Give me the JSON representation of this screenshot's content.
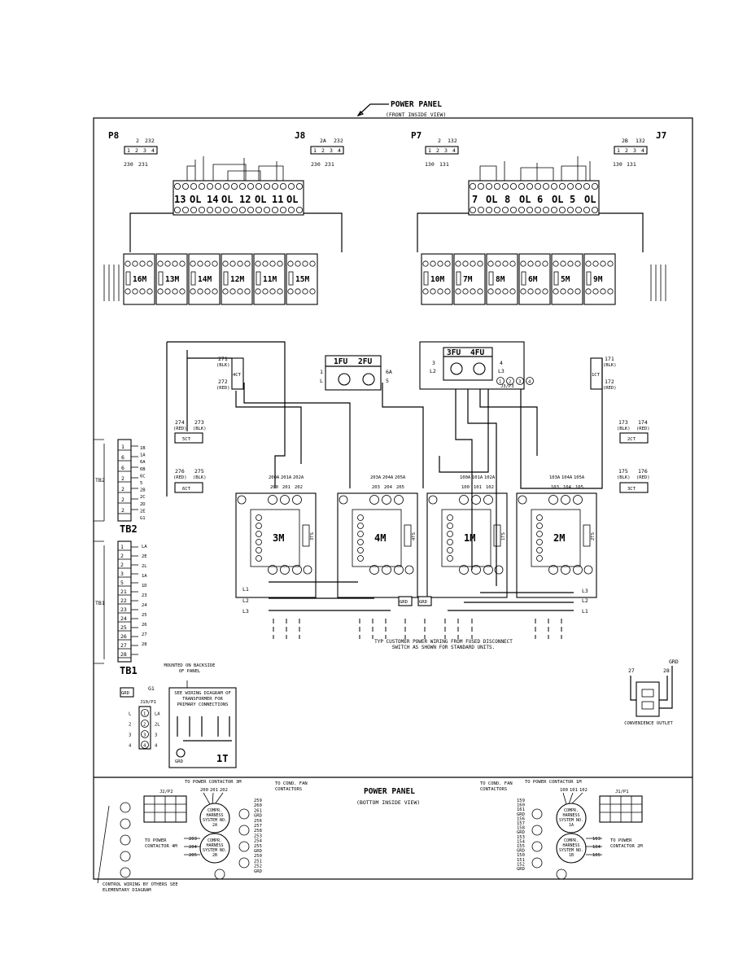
{
  "header": {
    "title": "POWER PANEL",
    "subtitle": "(FRONT INSIDE VIEW)"
  },
  "plugs": {
    "p8": {
      "name": "P8",
      "top": [
        "2",
        "232"
      ],
      "pins": [
        "1",
        "2",
        "3",
        "4"
      ],
      "bottom": [
        "230",
        "231"
      ]
    },
    "j8": {
      "name": "J8",
      "top": [
        "2A",
        "232"
      ],
      "pins": [
        "1",
        "2",
        "3",
        "4"
      ],
      "bottom": [
        "230",
        "231"
      ]
    },
    "p7": {
      "name": "P7",
      "top": [
        "2",
        "132"
      ],
      "pins": [
        "1",
        "2",
        "3",
        "4"
      ],
      "bottom": [
        "130",
        "131"
      ]
    },
    "j7": {
      "name": "J7",
      "top": [
        "2B",
        "132"
      ],
      "pins": [
        "1",
        "2",
        "3",
        "4"
      ],
      "bottom": [
        "130",
        "131"
      ]
    }
  },
  "overloads_left": [
    "13",
    "OL",
    "14",
    "OL",
    "12",
    "OL",
    "11",
    "OL"
  ],
  "overloads_right": [
    "7",
    "OL",
    "8",
    "OL",
    "6",
    "OL",
    "5",
    "OL"
  ],
  "contactors_top_left": [
    "16M",
    "13M",
    "14M",
    "12M",
    "11M",
    "15M"
  ],
  "contactors_top_right": [
    "10M",
    "7M",
    "8M",
    "6M",
    "5M",
    "9M"
  ],
  "contactors_main": [
    {
      "name": "3M",
      "coil": "3TS",
      "terms": [
        "200",
        "201",
        "202"
      ],
      "wires": [
        "200A",
        "201A",
        "202A"
      ]
    },
    {
      "name": "4M",
      "coil": "4TS",
      "terms": [
        "203",
        "204",
        "205"
      ],
      "wires": [
        "203A",
        "204A",
        "205A"
      ]
    },
    {
      "name": "1M",
      "coil": "1TS",
      "terms": [
        "100",
        "101",
        "102"
      ],
      "wires": [
        "100A",
        "101A",
        "102A"
      ]
    },
    {
      "name": "2M",
      "coil": "2TS",
      "terms": [
        "103",
        "104",
        "105"
      ],
      "wires": [
        "103A",
        "104A",
        "105A"
      ]
    }
  ],
  "fuses": {
    "left": {
      "labels": [
        "1FU",
        "2FU"
      ],
      "wires": [
        "1",
        "L",
        "6A",
        "5"
      ]
    },
    "right": {
      "labels": [
        "3FU",
        "4FU"
      ],
      "wires": [
        "3",
        "L2",
        "4",
        "L3"
      ],
      "plug": "J3/P3"
    }
  },
  "current_transformers": [
    {
      "name": "4CT",
      "wires": [
        "271",
        "(BLK)",
        "272",
        "(RED)"
      ]
    },
    {
      "name": "5CT",
      "wires": [
        "274",
        "(RED)",
        "273",
        "(BLK)"
      ]
    },
    {
      "name": "6CT",
      "wires": [
        "276",
        "(RED)",
        "275",
        "(BLK)"
      ]
    },
    {
      "name": "1CT",
      "wires": [
        "171",
        "(BLK)",
        "172",
        "(RED)"
      ]
    },
    {
      "name": "2CT",
      "wires": [
        "173",
        "(BLK)",
        "174",
        "(RED)"
      ]
    },
    {
      "name": "3CT",
      "wires": [
        "175",
        "(BLK)",
        "176",
        "(RED)"
      ]
    }
  ],
  "tb2": {
    "name": "TB2",
    "rows": [
      "1",
      "6",
      "6",
      "2",
      "2",
      "2",
      "2"
    ],
    "labels": [
      "1B",
      "1A",
      "6A",
      "6B",
      "6C",
      "5",
      "2B",
      "2C",
      "2D",
      "2E",
      "G1"
    ]
  },
  "tb1": {
    "name": "TB1",
    "rows": [
      "1",
      "2",
      "2",
      "3",
      "5",
      "21",
      "22",
      "23",
      "24",
      "25",
      "26",
      "27",
      "28"
    ],
    "labels": [
      "LA",
      "2E",
      "2L",
      "1A",
      "1D",
      "23",
      "24",
      "25",
      "26",
      "27",
      "28"
    ]
  },
  "transformer": {
    "note_mount": "MOUNTED ON BACKSIDE OF PANEL",
    "note_see": "SEE WIRING DIAGRAM OF TRANSFORMER FOR PRIMARY CONNECTIONS",
    "name": "1T",
    "plug": "J10/P1",
    "pins": [
      "1",
      "2",
      "3",
      "4"
    ],
    "left": [
      "L",
      "2",
      "3",
      "4"
    ],
    "right": [
      "LA",
      "2L",
      "3",
      "4"
    ],
    "grd": "GRD",
    "g1": "G1"
  },
  "customer_wiring": {
    "note": "TYP CUSTOMER POWER WIRING FROM FUSED DISCONNECT SWITCH AS SHOWN FOR STANDARD UNITS.",
    "lines_left": [
      "L1",
      "L2",
      "L3"
    ],
    "lines_right": [
      "L3",
      "L2",
      "L1"
    ],
    "grd": "GRD"
  },
  "convenience_outlet": {
    "label": "CONVENIENCE OUTLET",
    "wires": [
      "27",
      "28",
      "GRD"
    ]
  },
  "bottom": {
    "title": "POWER PANEL",
    "subtitle": "(BOTTOM INSIDE VIEW)",
    "contactor_3m": "TO POWER CONTACTOR 3M",
    "contactor_1m": "TO POWER CONTACTOR 1M",
    "contactor_4m": "TO POWER CONTACTOR 4M",
    "contactor_2m": "TO POWER CONTACTOR 2M",
    "cond_fan_left": "TO COND. FAN CONTACTORS",
    "cond_fan_right": "TO COND. FAN CONTACTORS",
    "harness_2a": "COMPR. HARNESS SYSTEM NO. 2A",
    "harness_2b": "COMPR. HARNESS SYSTEM NO. 2B",
    "harness_1a": "COMPR. HARNESS SYSTEM NO. 1A",
    "harness_1b": "COMPR. HARNESS SYSTEM NO. 1B",
    "plug_left": "J2/P2",
    "plug_right": "J1/P1",
    "wires_3m": [
      "200",
      "201",
      "202"
    ],
    "wires_1m": [
      "100",
      "101",
      "102"
    ],
    "wires_4m": [
      "203",
      "204",
      "205"
    ],
    "wires_2m": [
      "103",
      "104",
      "105"
    ],
    "fan_left": [
      "259",
      "260",
      "261",
      "GRD",
      "256",
      "257",
      "258",
      "253",
      "254",
      "255",
      "GRD",
      "250",
      "251",
      "252",
      "GRD"
    ],
    "fan_right": [
      "159",
      "160",
      "161",
      "GRD",
      "156",
      "157",
      "158",
      "GRD",
      "153",
      "154",
      "155",
      "GRD",
      "150",
      "151",
      "152",
      "GRD"
    ],
    "control_note": "CONTROL WIRING BY OTHERS SEE ELEMENTARY DIAGRAM"
  }
}
